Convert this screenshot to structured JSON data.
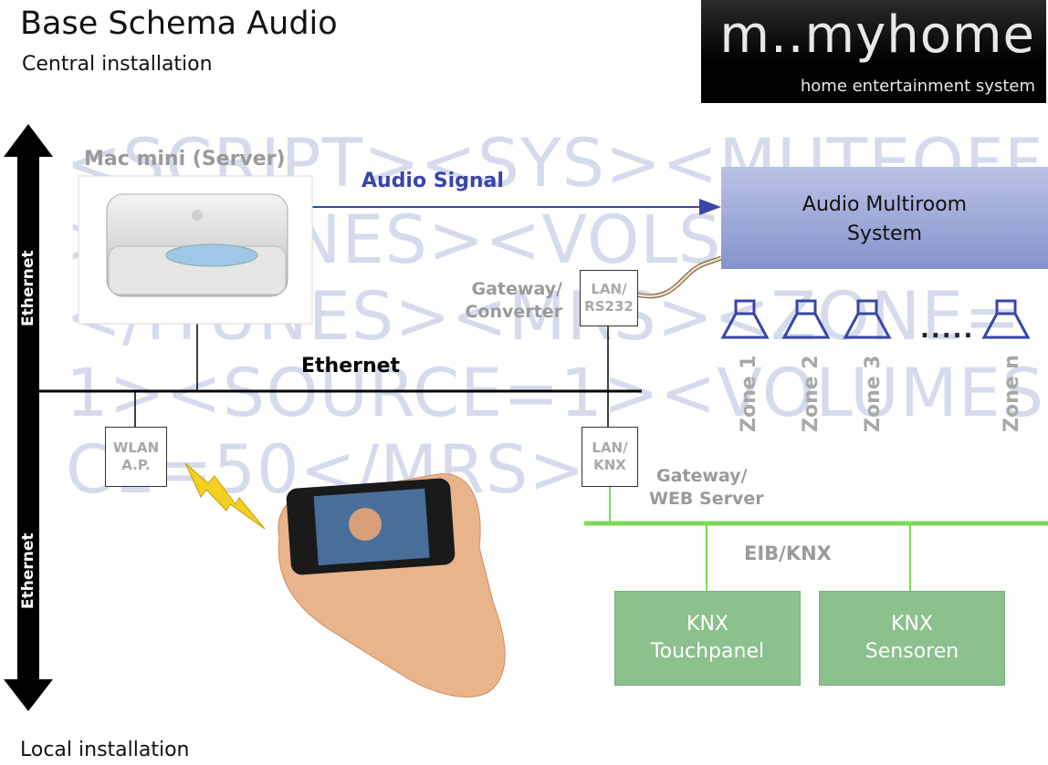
{
  "title": "Base Schema Audio",
  "subtitle": "Central installation",
  "footer": "Local installation",
  "logo": {
    "main": "m..myhome",
    "sub": "home entertainment system"
  },
  "background_text": "<SCRIPT><SYS><MUTEOFF><ITUNES><VOLSET=100></ITUNES><MRS><ZONE=1><SOURCE=1><VOLUMESC1=50</MRS>",
  "server_label": "Mac mini (Server)",
  "audio_signal": "Audio Signal",
  "audio_system": [
    "Audio Multiroom",
    "System"
  ],
  "gateway_converter": [
    "Gateway/",
    "Converter"
  ],
  "lan_rs232": [
    "LAN/",
    "RS232"
  ],
  "ethernet_bus": "Ethernet",
  "ethernet_vertical": "Ethernet",
  "wlan": [
    "WLAN",
    "A.P."
  ],
  "lan_knx": [
    "LAN/",
    "KNX"
  ],
  "gateway_web": [
    "Gateway/",
    "WEB Server"
  ],
  "eib_knx": "EIB/KNX",
  "zones": [
    "Zone 1",
    "Zone 2",
    "Zone 3",
    "Zone n"
  ],
  "zone_ellipsis": ".....",
  "knx_touchpanel": [
    "KNX",
    "Touchpanel"
  ],
  "knx_sensoren": [
    "KNX",
    "Sensoren"
  ],
  "colors": {
    "audio_blue": "#3a45a8",
    "audio_box": "#9aa7d6",
    "knx_green": "#8cc08c",
    "bus_green": "#7ed957"
  }
}
